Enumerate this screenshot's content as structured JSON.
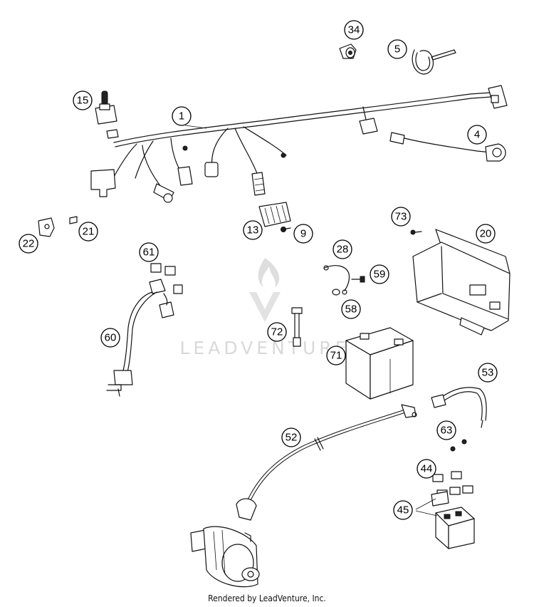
{
  "watermark": {
    "text": "LEADVENTURE"
  },
  "footer": {
    "text": "Rendered by LeadVenture, Inc."
  },
  "callouts": {
    "c34": "34",
    "c5": "5",
    "c15": "15",
    "c1": "1",
    "c4": "4",
    "c22": "22",
    "c21": "21",
    "c13": "13",
    "c9": "9",
    "c73": "73",
    "c20": "20",
    "c61": "61",
    "c28": "28",
    "c59": "59",
    "c58": "58",
    "c60": "60",
    "c72": "72",
    "c71": "71",
    "c53": "53",
    "c52": "52",
    "c63": "63",
    "c44": "44",
    "c45": "45"
  }
}
